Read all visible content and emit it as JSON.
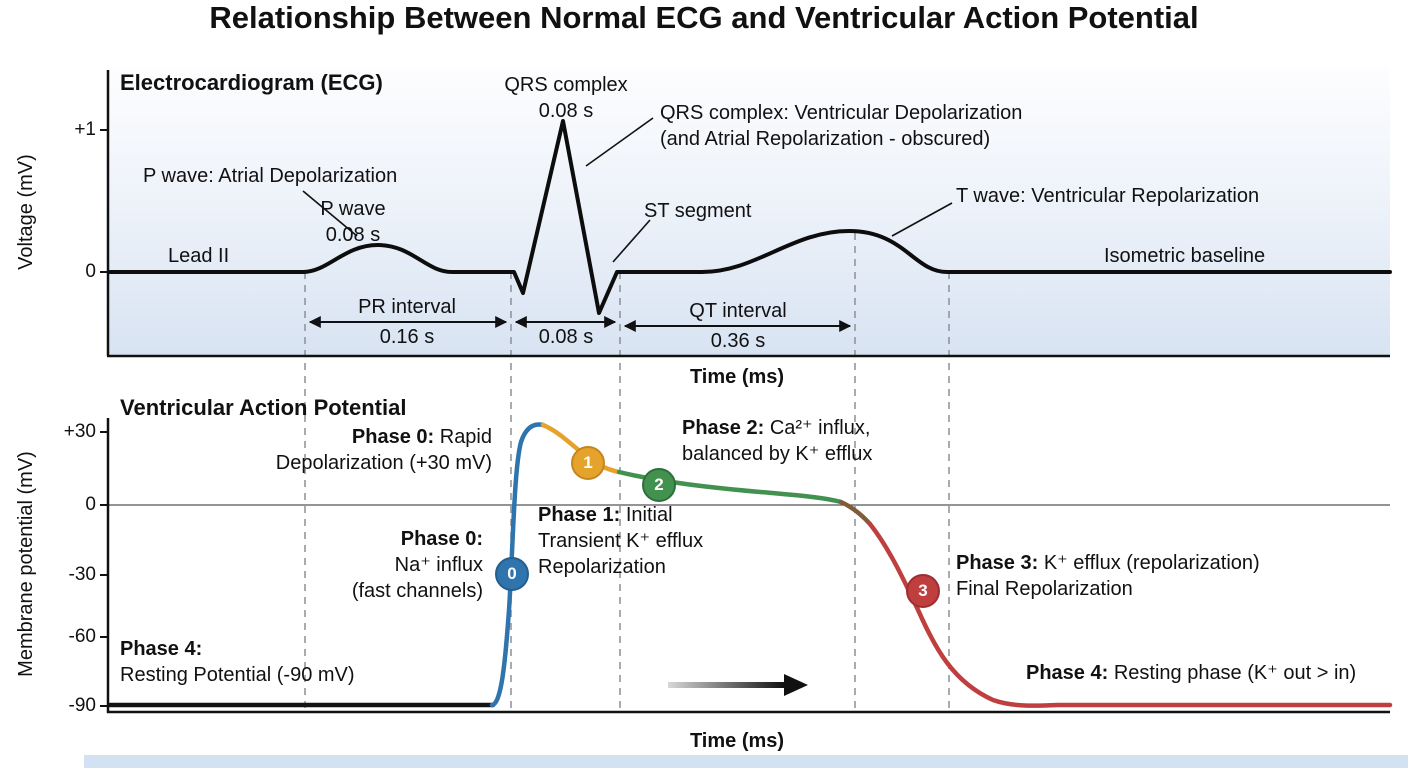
{
  "title": "Relationship Between Normal ECG and Ventricular Action Potential",
  "colors": {
    "phase0_blue": "#2f74ad",
    "phase1_orange": "#e5a32c",
    "phase2_green": "#43914f",
    "phase3_red": "#bf3e3e",
    "trace_black": "#0d0d0d",
    "ecg_panel_gradient_bottom": "#d8e3f2"
  },
  "ecg": {
    "panel_title": "Electrocardiogram (ECG)",
    "y_axis_label": "Voltage (mV)",
    "x_axis_label": "Time (ms)",
    "y_ticks": [
      "+1",
      "0"
    ],
    "lead_label": "Lead II",
    "isometric_label": "Isometric baseline",
    "p_wave_callout": "P wave: Atrial Depolarization",
    "p_wave_label_line1": "P wave",
    "p_wave_label_line2": "0.08 s",
    "qrs_label_line1": "QRS complex",
    "qrs_label_line2": "0.08 s",
    "qrs_callout_line1": "QRS complex: Ventricular Depolarization",
    "qrs_callout_line2": "(and Atrial Repolarization - obscured)",
    "st_label": "ST segment",
    "t_wave_callout": "T wave: Ventricular Repolarization",
    "pr_interval_label": "PR interval",
    "pr_interval_value": "0.16 s",
    "qrs_interval_value": "0.08 s",
    "qt_interval_label": "QT interval",
    "qt_interval_value": "0.36 s"
  },
  "ap": {
    "panel_title": "Ventricular Action Potential",
    "y_axis_label": "Membrane potential (mV)",
    "x_axis_label": "Time (ms)",
    "y_ticks": [
      "+30",
      "0",
      "-30",
      "-60",
      "-90"
    ],
    "markers": [
      {
        "num": "0"
      },
      {
        "num": "1"
      },
      {
        "num": "2"
      },
      {
        "num": "3"
      }
    ],
    "phase0_top": {
      "bold": "Phase 0:",
      "rest1": " Rapid",
      "line2": "Depolarization (+30 mV)"
    },
    "phase2": {
      "bold": "Phase 2:",
      "rest1": " Ca²⁺ influx,",
      "line2": "balanced by K⁺ efflux"
    },
    "phase0_side": {
      "bold": "Phase 0:",
      "line2": "Na⁺ influx",
      "line3": "(fast channels)"
    },
    "phase1": {
      "bold": "Phase 1:",
      "rest1": " Initial",
      "line2": "Transient K⁺ efflux",
      "line3": "Repolarization"
    },
    "phase3": {
      "bold": "Phase 3:",
      "rest1": " K⁺ efflux (repolarization)",
      "line2": "Final Repolarization"
    },
    "phase4_left": {
      "bold": "Phase 4:",
      "line2": "Resting Potential (-90 mV)"
    },
    "phase4_right": {
      "bold": "Phase 4:",
      "rest1": " Resting phase (K⁺ out > in)"
    }
  }
}
